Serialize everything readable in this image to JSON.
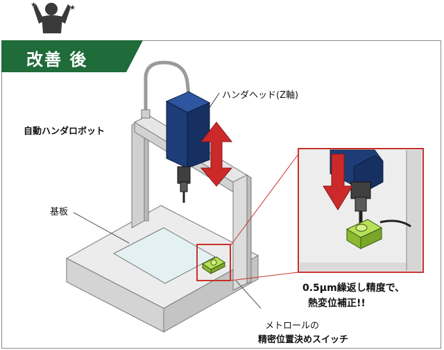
{
  "banner": {
    "title": "改善 後"
  },
  "labels": {
    "robot": "自動ハンダロボット",
    "head": "ハンダヘッド(Z軸)",
    "board": "基板",
    "switch_line1": "メトロールの",
    "switch_line2": "精密位置決めスイッチ",
    "note_line1": "0.5μm繰返し精度で、",
    "note_line2": "熱変位補正!!"
  },
  "colors": {
    "banner_green": "#1f6b39",
    "head_blue": "#1e3d78",
    "arrow_red": "#cc2a2a",
    "switch_green": "#9ad03a",
    "frame_gray": "#dcdcdc"
  },
  "icons": [
    "person-cheering-icon",
    "up-down-arrow-icon",
    "down-arrow-icon"
  ]
}
